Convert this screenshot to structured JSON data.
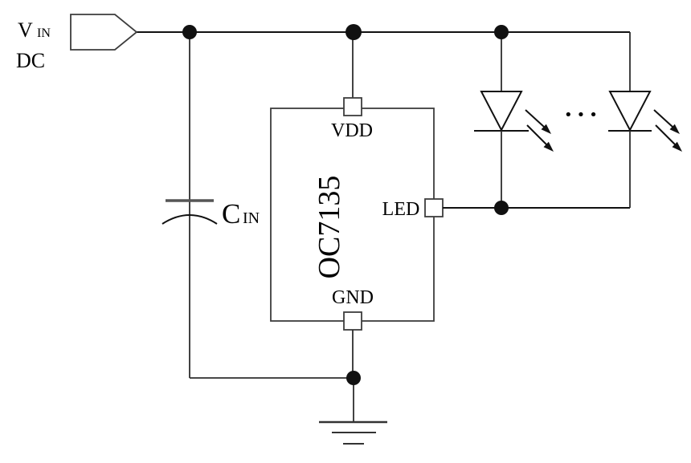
{
  "schematic": {
    "source": {
      "symbol": "V",
      "subscript": "IN",
      "type": "DC"
    },
    "capacitor": {
      "symbol": "C",
      "subscript": "IN"
    },
    "ic": {
      "part_number": "OC7135",
      "pins": {
        "top": "VDD",
        "bottom": "GND",
        "right": "LED"
      }
    },
    "ellipsis": "•••"
  },
  "colors": {
    "line": "#111111",
    "background": "#ffffff",
    "junction": "#111111"
  }
}
